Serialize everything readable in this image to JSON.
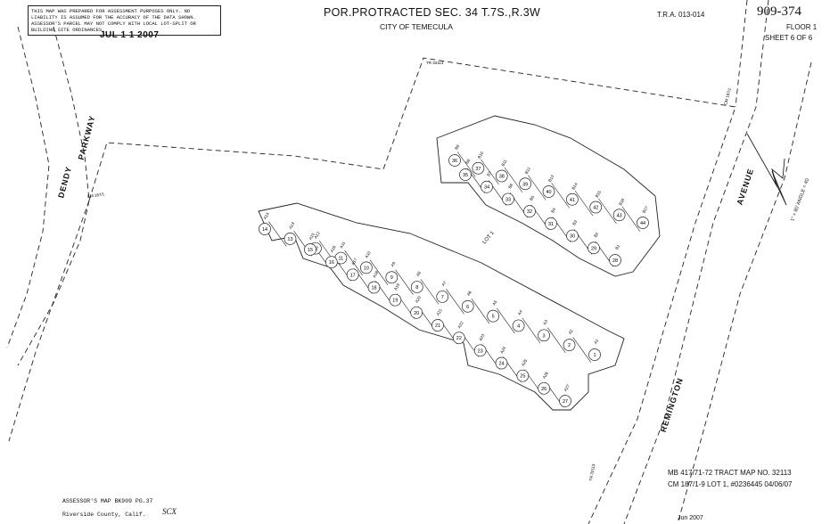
{
  "header": {
    "disclaimer": "THIS MAP WAS PREPARED FOR ASSESSMENT PURPOSES ONLY. NO LIABILITY IS ASSUMED FOR THE ACCURACY OF THE DATA SHOWN. ASSESSOR'S PARCEL MAY NOT COMPLY WITH LOCAL LOT-SPLIT OR BUILDING SITE ORDINANCES.",
    "stamp_date": "JUL 1 1 2007",
    "title": "POR.PROTRACTED SEC. 34 T.7S.,R.3W",
    "city": "CITY OF TEMECULA",
    "tra": "T.R.A. 013-014",
    "map_number": "909-374",
    "floor": "FLOOR 1",
    "sheet": "SHEET 6 OF 6"
  },
  "streets": {
    "dendy": "DENDY",
    "parkway": "PARKWAY",
    "avenue": "AVENUE",
    "remington": "REMINGTON"
  },
  "annotations": {
    "cm_left": "CM 187/1",
    "tr_top": "TR 32113",
    "cm_right": "CM 187/1",
    "tr_bottom": "TR 32113",
    "lot": "LOT 1",
    "arrow_note": "1\" = 80' ANGLE = 40"
  },
  "footer": {
    "ref_line1": "MB 417/71-72 TRACT MAP NO. 32113",
    "ref_line2": "CM 187/1-9 LOT 1, #0236445 04/06/07",
    "book": "ASSESSOR'S MAP BK909 PG.37",
    "county": "Riverside County, Calif.",
    "initials": "SCX",
    "date": "Jun 2007"
  },
  "units": {
    "row_a": [
      {
        "id": "A1",
        "num": "1"
      },
      {
        "id": "A2",
        "num": "2"
      },
      {
        "id": "A3",
        "num": "3"
      },
      {
        "id": "A4",
        "num": "4"
      },
      {
        "id": "A5",
        "num": "5"
      },
      {
        "id": "A6",
        "num": "6"
      },
      {
        "id": "A7",
        "num": "7"
      },
      {
        "id": "A8",
        "num": "8"
      },
      {
        "id": "A9",
        "num": "9"
      },
      {
        "id": "A10",
        "num": "10"
      },
      {
        "id": "A11",
        "num": "11"
      },
      {
        "id": "A12",
        "num": "12"
      },
      {
        "id": "A13",
        "num": "13"
      },
      {
        "id": "A14",
        "num": "14"
      }
    ],
    "row_a_lower": [
      {
        "id": "A15",
        "num": "15"
      },
      {
        "id": "A16",
        "num": "16"
      },
      {
        "id": "A17",
        "num": "17"
      },
      {
        "id": "A18",
        "num": "18"
      },
      {
        "id": "A19",
        "num": "19"
      },
      {
        "id": "A20",
        "num": "20"
      },
      {
        "id": "A21",
        "num": "21"
      },
      {
        "id": "A22",
        "num": "22"
      },
      {
        "id": "A23",
        "num": "23"
      },
      {
        "id": "A24",
        "num": "24"
      },
      {
        "id": "A25",
        "num": "25"
      },
      {
        "id": "A26",
        "num": "26"
      },
      {
        "id": "A27",
        "num": "27"
      }
    ],
    "row_b": [
      {
        "id": "B9",
        "num": "36"
      },
      {
        "id": "B10",
        "num": "37"
      },
      {
        "id": "B11",
        "num": "38"
      },
      {
        "id": "B12",
        "num": "39"
      },
      {
        "id": "B13",
        "num": "40"
      },
      {
        "id": "B14",
        "num": "41"
      },
      {
        "id": "B15",
        "num": "42"
      },
      {
        "id": "B16",
        "num": "43"
      },
      {
        "id": "B17",
        "num": "44"
      }
    ],
    "row_b_lower": [
      {
        "id": "B8",
        "num": "35"
      },
      {
        "id": "B7",
        "num": "34"
      },
      {
        "id": "B6",
        "num": "33"
      },
      {
        "id": "B5",
        "num": "32"
      },
      {
        "id": "B4",
        "num": "31"
      },
      {
        "id": "B3",
        "num": "30"
      },
      {
        "id": "B2",
        "num": "29"
      },
      {
        "id": "B1",
        "num": "28"
      }
    ]
  }
}
